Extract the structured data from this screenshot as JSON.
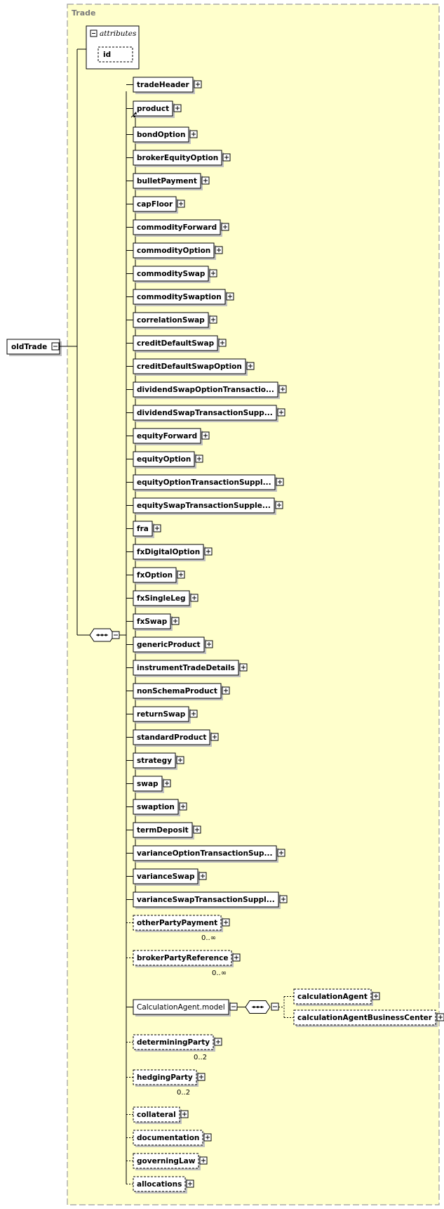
{
  "title": "Trade",
  "root": "oldTrade",
  "attributes": {
    "label": "attributes",
    "items": [
      "id"
    ]
  },
  "sequence": [
    {
      "name": "tradeHeader"
    },
    {
      "name": "product",
      "abstract": true
    },
    {
      "name": "bondOption"
    },
    {
      "name": "brokerEquityOption"
    },
    {
      "name": "bulletPayment"
    },
    {
      "name": "capFloor"
    },
    {
      "name": "commodityForward"
    },
    {
      "name": "commodityOption"
    },
    {
      "name": "commoditySwap"
    },
    {
      "name": "commoditySwaption"
    },
    {
      "name": "correlationSwap"
    },
    {
      "name": "creditDefaultSwap"
    },
    {
      "name": "creditDefaultSwapOption"
    },
    {
      "name": "dividendSwapOptionTransactio..."
    },
    {
      "name": "dividendSwapTransactionSupp..."
    },
    {
      "name": "equityForward"
    },
    {
      "name": "equityOption"
    },
    {
      "name": "equityOptionTransactionSuppl..."
    },
    {
      "name": "equitySwapTransactionSupple..."
    },
    {
      "name": "fra"
    },
    {
      "name": "fxDigitalOption"
    },
    {
      "name": "fxOption"
    },
    {
      "name": "fxSingleLeg"
    },
    {
      "name": "fxSwap"
    },
    {
      "name": "genericProduct"
    },
    {
      "name": "instrumentTradeDetails"
    },
    {
      "name": "nonSchemaProduct"
    },
    {
      "name": "returnSwap"
    },
    {
      "name": "standardProduct"
    },
    {
      "name": "strategy"
    },
    {
      "name": "swap"
    },
    {
      "name": "swaption"
    },
    {
      "name": "termDeposit"
    },
    {
      "name": "varianceOptionTransactionSup..."
    },
    {
      "name": "varianceSwap"
    },
    {
      "name": "varianceSwapTransactionSuppl..."
    },
    {
      "name": "otherPartyPayment",
      "optional": true,
      "occurs": "0..∞"
    },
    {
      "name": "brokerPartyReference",
      "optional": true,
      "occurs": "0..∞"
    },
    {
      "name": "CalculationAgent.model",
      "group": true,
      "children": [
        {
          "name": "calculationAgent",
          "optional": true
        },
        {
          "name": "calculationAgentBusinessCenter",
          "optional": true
        }
      ]
    },
    {
      "name": "determiningParty",
      "optional": true,
      "occurs": "0..2"
    },
    {
      "name": "hedgingParty",
      "optional": true,
      "occurs": "0..2"
    },
    {
      "name": "collateral",
      "optional": true
    },
    {
      "name": "documentation",
      "optional": true
    },
    {
      "name": "governingLaw",
      "optional": true
    },
    {
      "name": "allocations",
      "optional": true
    }
  ],
  "colors": {
    "panel": "#ffffcc",
    "border": "#9c9c9c",
    "box": "#ffffff",
    "shadow": "#c0c0c0"
  }
}
